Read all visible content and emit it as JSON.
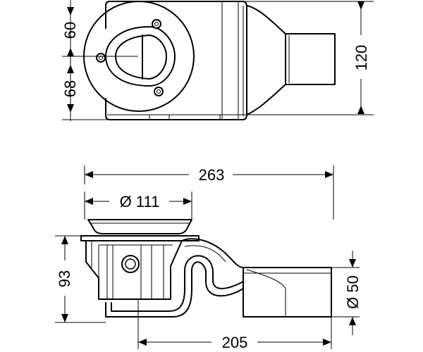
{
  "dimensions": {
    "top_front_height": "60",
    "top_rear_height": "68",
    "outlet_span": "120",
    "overall_length": "263",
    "grate_diameter": "Ø 111",
    "overall_height": "93",
    "pipe_diameter": "Ø 50",
    "outlet_offset": "205"
  }
}
